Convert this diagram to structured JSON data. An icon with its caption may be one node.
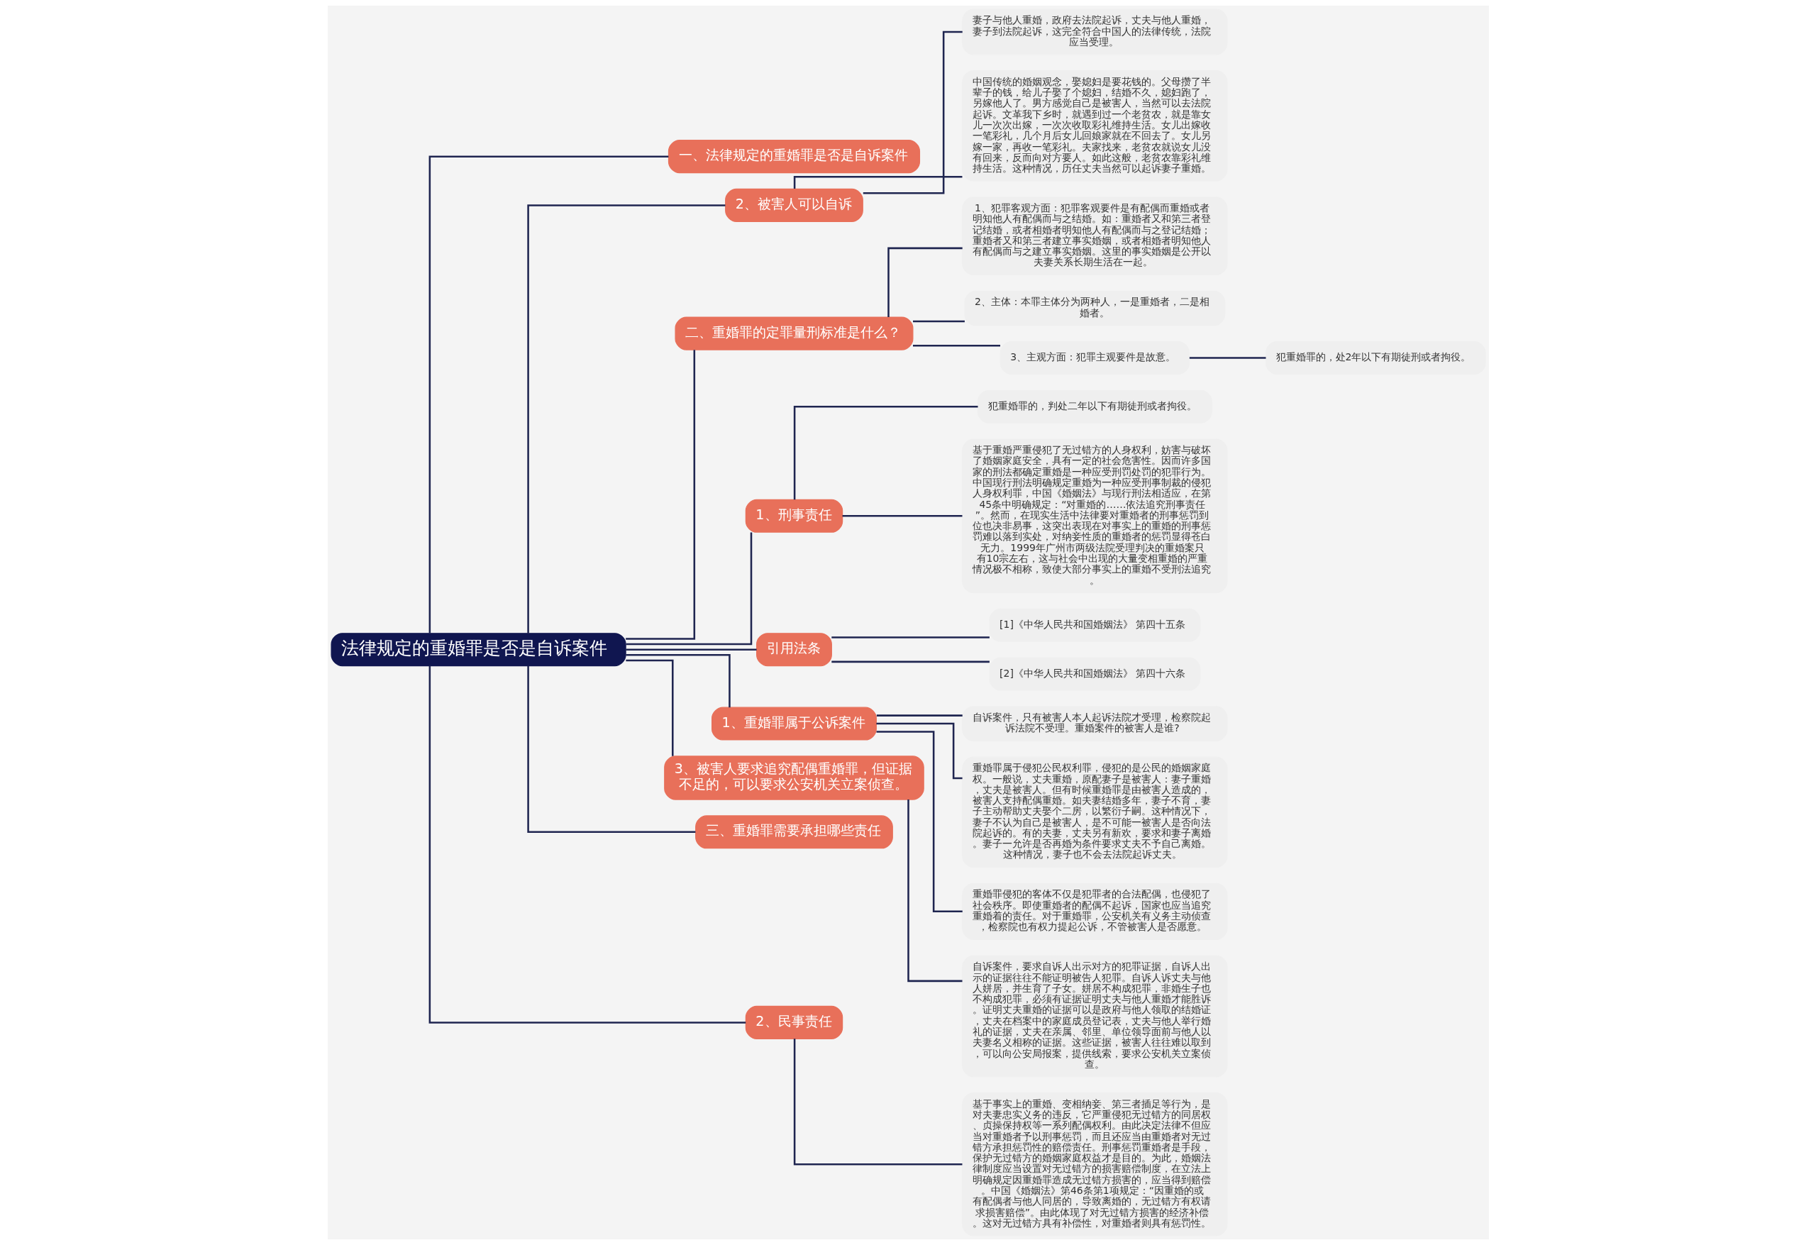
{
  "diagram": {
    "nodes": [
      {
        "text": [
          "法律规定的重婚罪是否是自诉案件"
        ]
      },
      {
        "text": [
          "一、法律规定的重婚罪是否是自诉案件"
        ]
      },
      {
        "text": [
          "2、被害人可以自诉"
        ]
      },
      {
        "text": [
          "妻子与他人重婚，政府去法院起诉，丈夫与他人重婚，妻子到法院起诉，这完全符合中国人的法律传统，法院应当受理。"
        ]
      },
      {
        "text": [
          "中国传统的婚姻观念，娶媳妇是要花钱的。父母攒了半辈子的钱，给儿子娶了个媳妇，结婚不久，媳妇跑了，另嫁他人了。男方感觉自己是被害人，当然可以去法院起诉。文革我下乡时，就遇到过一个老贫农，就是靠女儿一次次出嫁，一次次收取彩礼维持生活。女儿出嫁收一笔彩礼，几个月后女儿回娘家就在不回去了。女儿另嫁一家，再收一笔彩礼。夫家找来，老贫农就说女儿没有回来，反而向对方要人。如此这般，老贫农靠彩礼维持生活。这种情况，历任丈夫当然可以起诉妻子重婚。"
        ]
      },
      {
        "text": [
          "二、重婚罪的定罪量刑标准是什么？"
        ]
      },
      {
        "text": [
          "1、犯罪客观方面：犯罪客观要件是有配偶而重婚或者明知他人有配偶而与之结婚。如：重婚者又和第三者登记结婚，或者相婚者明知他人有配偶而与之登记结婚；重婚者又和第三者建立事实婚姻，或者相婚者明知他人有配偶而与之建立事实婚姻。这里的事实婚姻是公开以夫妻关系长期生活在一起。"
        ]
      },
      {
        "text": [
          "2、主体：本罪主体分为两种人，一是重婚者，二是相婚者。"
        ]
      },
      {
        "text": [
          "3、主观方面：犯罪主观要件是故意。"
        ]
      },
      {
        "text": [
          "犯重婚罪的，处2年以下有期徒刑或者拘役。"
        ]
      },
      {
        "text": [
          "1、刑事责任"
        ]
      },
      {
        "text": [
          "犯重婚罪的，判处二年以下有期徒刑或者拘役。"
        ]
      },
      {
        "text": [
          "基于重婚严重侵犯了无过错方的人身权利，妨害与破坏了婚姻家庭安全，具有一定的社会危害性。因而许多国家的刑法都确定重婚是一种应受刑罚处罚的犯罪行为。中国现行刑法明确规定重婚为一种应受刑事制裁的侵犯人身权利罪，中国《婚姻法》与现行刑法相适应，在第45条中明确规定：“对重婚的……依法追究刑事责任”。然而，在现实生活中法律要对重婚者的刑事惩罚到位也决非易事，这突出表现在对事实上的重婚的刑事惩罚难以落到实处，对纳妾性质的重婚者的惩罚显得苍白无力。1999年广州市两级法院受理判决的重婚案只有10宗左右，这与社会中出现的大量变相重婚的严重情况极不相称，致使大部分事实上的重婚不受刑法追究。"
        ]
      },
      {
        "text": [
          "引用法条"
        ]
      },
      {
        "text": [
          "[1]《中华人民共和国婚姻法》 第四十五条"
        ]
      },
      {
        "text": [
          "[2]《中华人民共和国婚姻法》 第四十六条"
        ]
      },
      {
        "text": [
          "1、重婚罪属于公诉案件"
        ]
      },
      {
        "text": [
          "自诉案件，只有被害人本人起诉法院才受理，检察院起诉法院不受理。重婚案件的被害人是谁?"
        ]
      },
      {
        "text": [
          "重婚罪属于侵犯公民权利罪，侵犯的是公民的婚姻家庭权。一般说，丈夫重婚，原配妻子是被害人：妻子重婚，丈夫是被害人。但有时候重婚罪是由被害人造成的，被害人支持配偶重婚。如夫妻结婚多年，妻子不育，妻子主动帮助丈夫娶个二房，以繁衍子嗣。这种情况下，妻子不认为自己是被害人，是不可能一被害人是否向法院起诉的。有的夫妻，丈夫另有新欢，要求和妻子离婚。妻子一允许是否再婚为条件要求丈夫不予自己离婚。这种情况，妻子也不会去法院起诉丈夫。"
        ]
      },
      {
        "text": [
          "重婚罪侵犯的客体不仅是犯罪者的合法配偶，也侵犯了社会秩序。即使重婚者的配偶不起诉，国家也应当追究重婚着的责任。对于重婚罪，公安机关有义务主动侦查，检察院也有权力提起公诉，不管被害人是否愿意。"
        ]
      },
      {
        "text": [
          "3、被害人要求追究配偶重婚罪，但证据不足的，可以要求公安机关立案侦查。"
        ]
      },
      {
        "text": [
          "自诉案件，要求自诉人出示对方的犯罪证据，自诉人出示的证据往往不能证明被告人犯罪。自诉人诉丈夫与他人姘居，并生育了子女。姘居不构成犯罪，非婚生子也不构成犯罪，必须有证据证明丈夫与他人重婚才能胜诉。证明丈夫重婚的证据可以是政府与他人领取的结婚证，丈夫在档案中的家庭成员登记表，丈夫与他人举行婚礼的证据，丈夫在亲属、邻里、单位领导面前与他人以夫妻名义相称的证据。这些证据，被害人往往难以取到，可以向公安局报案，提供线索，要求公安机关立案侦查。"
        ]
      },
      {
        "text": [
          "三、重婚罪需要承担哪些责任"
        ]
      },
      {
        "text": [
          "2、民事责任"
        ]
      },
      {
        "text": [
          "基于事实上的重婚、变相纳妾、第三者插足等行为，是对夫妻忠实义务的违反，它严重侵犯无过错方的同居权、贞操保持权等一系列配偶权利。由此决定法律不但应当对重婚者予以刑事惩罚，而且还应当由重婚者对无过错方承担惩罚性的赔偿责任。刑事惩罚重婚者是手段，保护无过错方的婚姻家庭权益才是目的。为此，婚姻法律制度应当设置对无过错方的损害赔偿制度，在立法上明确规定因重婚罪造成无过错方损害的，应当得到赔偿。中国《婚姻法》第46条第1项规定：“因重婚的或有配偶者与他人同居的，导致离婚的，无过错方有权请求损害赔偿”。由此体现了对无过错方损害的经济补偿。这对无过错方具有补偿性，对重婚者则具有惩罚性。"
        ]
      }
    ],
    "edges": [
      {
        "from": 0,
        "to": 1,
        "arrow": "none"
      },
      {
        "from": 0,
        "to": 2,
        "arrow": "none"
      },
      {
        "from": 2,
        "to": 3,
        "arrow": "none"
      },
      {
        "from": 2,
        "to": 4,
        "arrow": "none"
      },
      {
        "from": 0,
        "to": 5,
        "arrow": "none"
      },
      {
        "from": 5,
        "to": 6,
        "arrow": "none"
      },
      {
        "from": 5,
        "to": 7,
        "arrow": "none"
      },
      {
        "from": 5,
        "to": 8,
        "arrow": "none"
      },
      {
        "from": 8,
        "to": 9,
        "arrow": "none"
      },
      {
        "from": 0,
        "to": 10,
        "arrow": "none"
      },
      {
        "from": 10,
        "to": 11,
        "arrow": "none"
      },
      {
        "from": 10,
        "to": 12,
        "arrow": "none"
      },
      {
        "from": 0,
        "to": 13,
        "arrow": "none"
      },
      {
        "from": 13,
        "to": 14,
        "arrow": "none"
      },
      {
        "from": 13,
        "to": 15,
        "arrow": "none"
      },
      {
        "from": 0,
        "to": 16,
        "arrow": "none"
      },
      {
        "from": 16,
        "to": 17,
        "arrow": "none"
      },
      {
        "from": 16,
        "to": 18,
        "arrow": "none"
      },
      {
        "from": 16,
        "to": 19,
        "arrow": "none"
      },
      {
        "from": 0,
        "to": 20,
        "arrow": "none"
      },
      {
        "from": 20,
        "to": 21,
        "arrow": "none"
      },
      {
        "from": 0,
        "to": 22,
        "arrow": "none"
      },
      {
        "from": 0,
        "to": 23,
        "arrow": "none"
      },
      {
        "from": 23,
        "to": 24,
        "arrow": "none"
      }
    ]
  }
}
